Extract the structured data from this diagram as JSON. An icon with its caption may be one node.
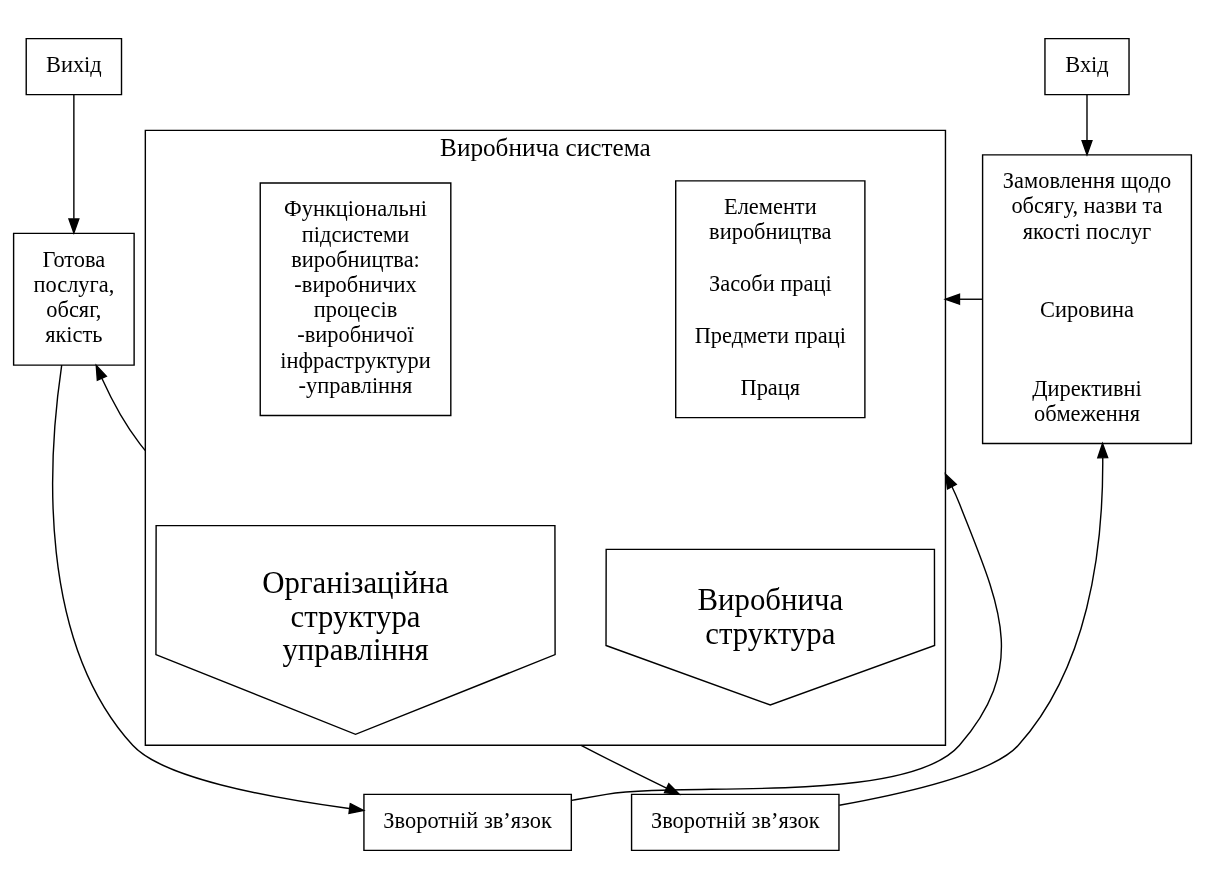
{
  "diagram": {
    "nodes": [
      {
        "text": [
          "Вхід"
        ]
      },
      {
        "text": [
          "Замовлення щодо обсягу, назви та якості послуг",
          "Сировина",
          "Директивні обмеження"
        ]
      },
      {
        "text": [
          "Виробнича система"
        ]
      },
      {
        "text": [
          "Елементи виробництва",
          "Засоби праці",
          "Предмети праці",
          "Праця"
        ],
        "in": 2
      },
      {
        "text": [
          "Виробнича структура"
        ],
        "in": 2
      },
      {
        "text": [
          "Функціональні підсистеми виробництва: -виробничих процесів -виробничої інфраструктури -управління"
        ],
        "in": 2
      },
      {
        "text": [
          "Організаційна структура управління"
        ],
        "in": 2
      },
      {
        "text": [
          "Вихід"
        ]
      },
      {
        "text": [
          "Готова послуга, обсяг, якість"
        ]
      },
      {
        "text": [
          "Зворотній зв’язок"
        ]
      },
      {
        "text": [
          "Зворотній зв’язок"
        ]
      }
    ],
    "edges": [
      {
        "from": 0,
        "to": 1,
        "arrow": "to"
      },
      {
        "from": 1,
        "to": 2,
        "arrow": "to"
      },
      {
        "from": 2,
        "to": 8,
        "arrow": "to"
      },
      {
        "from": 7,
        "to": 8,
        "arrow": "to"
      },
      {
        "from": 9,
        "to": 1,
        "arrow": "to"
      },
      {
        "from": 2,
        "to": 9,
        "arrow": "to"
      },
      {
        "from": 10,
        "to": 2,
        "arrow": "to"
      },
      {
        "from": 8,
        "to": 10,
        "arrow": "to"
      }
    ]
  }
}
